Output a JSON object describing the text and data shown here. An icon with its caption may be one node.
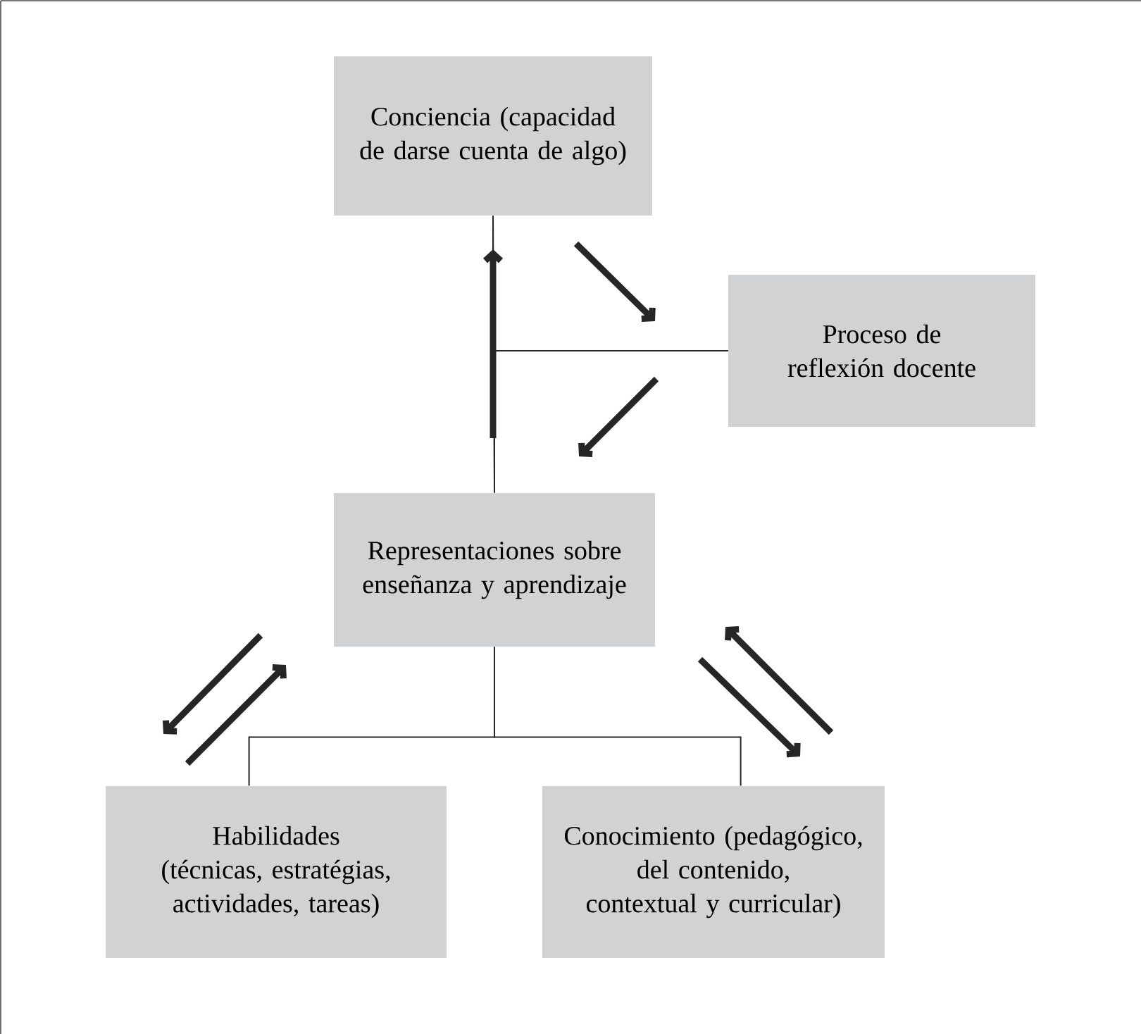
{
  "diagram": {
    "nodes": [
      {
        "text": [
          "Conciencia (capacidad de darse cuenta de algo)"
        ]
      },
      {
        "text": [
          "Proceso de reflexión docente"
        ]
      },
      {
        "text": [
          "Representaciones sobre enseñanza y aprendizaje"
        ]
      },
      {
        "text": [
          "Habilidades (técnicas, estratégias, actividades, tareas)"
        ]
      },
      {
        "text": [
          "Conocimiento (pedagógico, del contenido, contextual y curricular)"
        ]
      }
    ],
    "edges": [
      {
        "from": 0,
        "to": 2,
        "arrow": "none"
      },
      {
        "from": 1,
        "to": 0,
        "arrow": "none"
      },
      {
        "from": 1,
        "to": 2,
        "arrow": "none"
      },
      {
        "from": 2,
        "to": 3,
        "arrow": "none"
      },
      {
        "from": 2,
        "to": 4,
        "arrow": "none"
      },
      {
        "from": 2,
        "to": 0,
        "arrow": "to"
      },
      {
        "from": 0,
        "to": 1,
        "arrow": "to"
      },
      {
        "from": 1,
        "to": 2,
        "arrow": "to"
      },
      {
        "from": 2,
        "to": 3,
        "arrow": "to"
      },
      {
        "from": 3,
        "to": 2,
        "arrow": "to"
      },
      {
        "from": 2,
        "to": 4,
        "arrow": "to"
      },
      {
        "from": 4,
        "to": 2,
        "arrow": "to"
      }
    ]
  }
}
